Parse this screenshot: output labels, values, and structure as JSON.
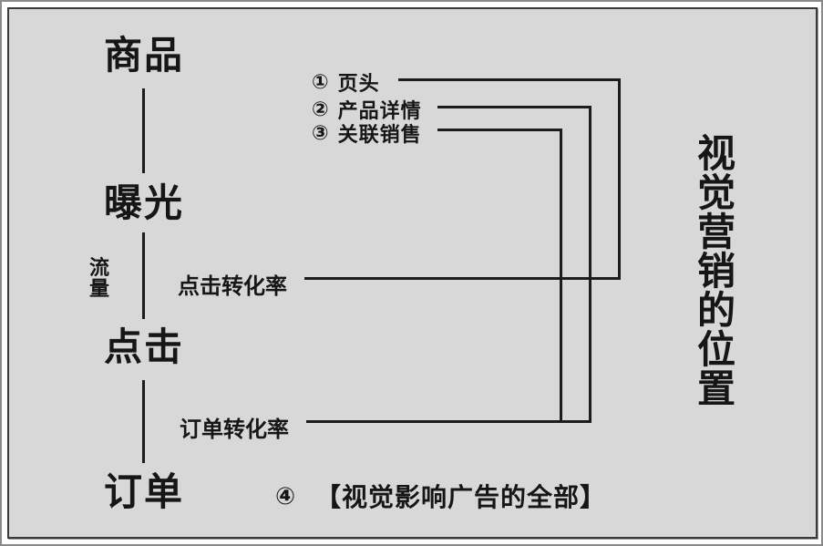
{
  "colors": {
    "page": "#ffffff",
    "panel_bg": "#d8d8d8",
    "panel_border": "#3a3a3a",
    "line": "#1c1c1c",
    "text": "#161616"
  },
  "funnel": {
    "nodes": [
      {
        "label": "商品"
      },
      {
        "label": "曝光"
      },
      {
        "label": "点击"
      },
      {
        "label": "订单"
      }
    ],
    "side_label": {
      "text": "流量",
      "chars": [
        "流",
        "量"
      ]
    }
  },
  "metrics": {
    "click_rate": "点击转化率",
    "order_rate": "订单转化率"
  },
  "callouts": {
    "items": [
      {
        "num": "①",
        "label": "页头"
      },
      {
        "num": "②",
        "label": "产品详情"
      },
      {
        "num": "③",
        "label": "关联销售"
      }
    ],
    "footer": {
      "num": "④",
      "label": "【视觉影响广告的全部】"
    }
  },
  "right_title": {
    "text": "视觉营销的位置",
    "chars": [
      "视",
      "觉",
      "营",
      "销",
      "的",
      "位",
      "置"
    ]
  }
}
